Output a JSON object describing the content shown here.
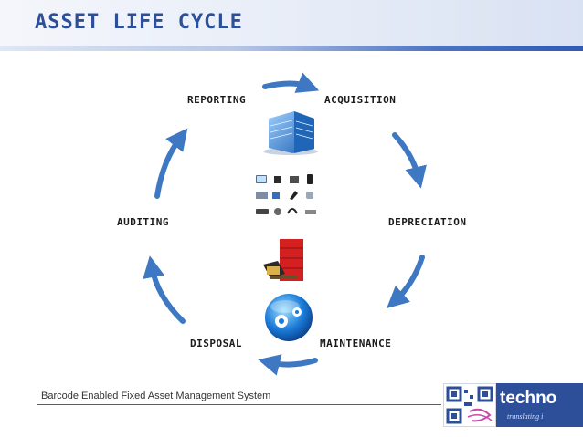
{
  "slide": {
    "title": "Asset Life Cycle"
  },
  "cycle": {
    "stages": [
      {
        "id": "reporting",
        "label": "Reporting"
      },
      {
        "id": "acquisition",
        "label": "Acquisition"
      },
      {
        "id": "depreciation",
        "label": "Depreciation"
      },
      {
        "id": "maintenance",
        "label": "Maintenance"
      },
      {
        "id": "disposal",
        "label": "Disposal"
      },
      {
        "id": "auditing",
        "label": "Auditing"
      }
    ],
    "icons": [
      "office-building-icon",
      "devices-grid-icon",
      "office-furniture-icon",
      "gears-icon"
    ]
  },
  "footer": {
    "text": "Barcode Enabled Fixed Asset Management System",
    "logo_word": "techno",
    "logo_tagline": "translating i"
  },
  "colors": {
    "title": "#2d4f9a",
    "arrow": "#3f78c2",
    "brand": "#2d4f9a"
  }
}
